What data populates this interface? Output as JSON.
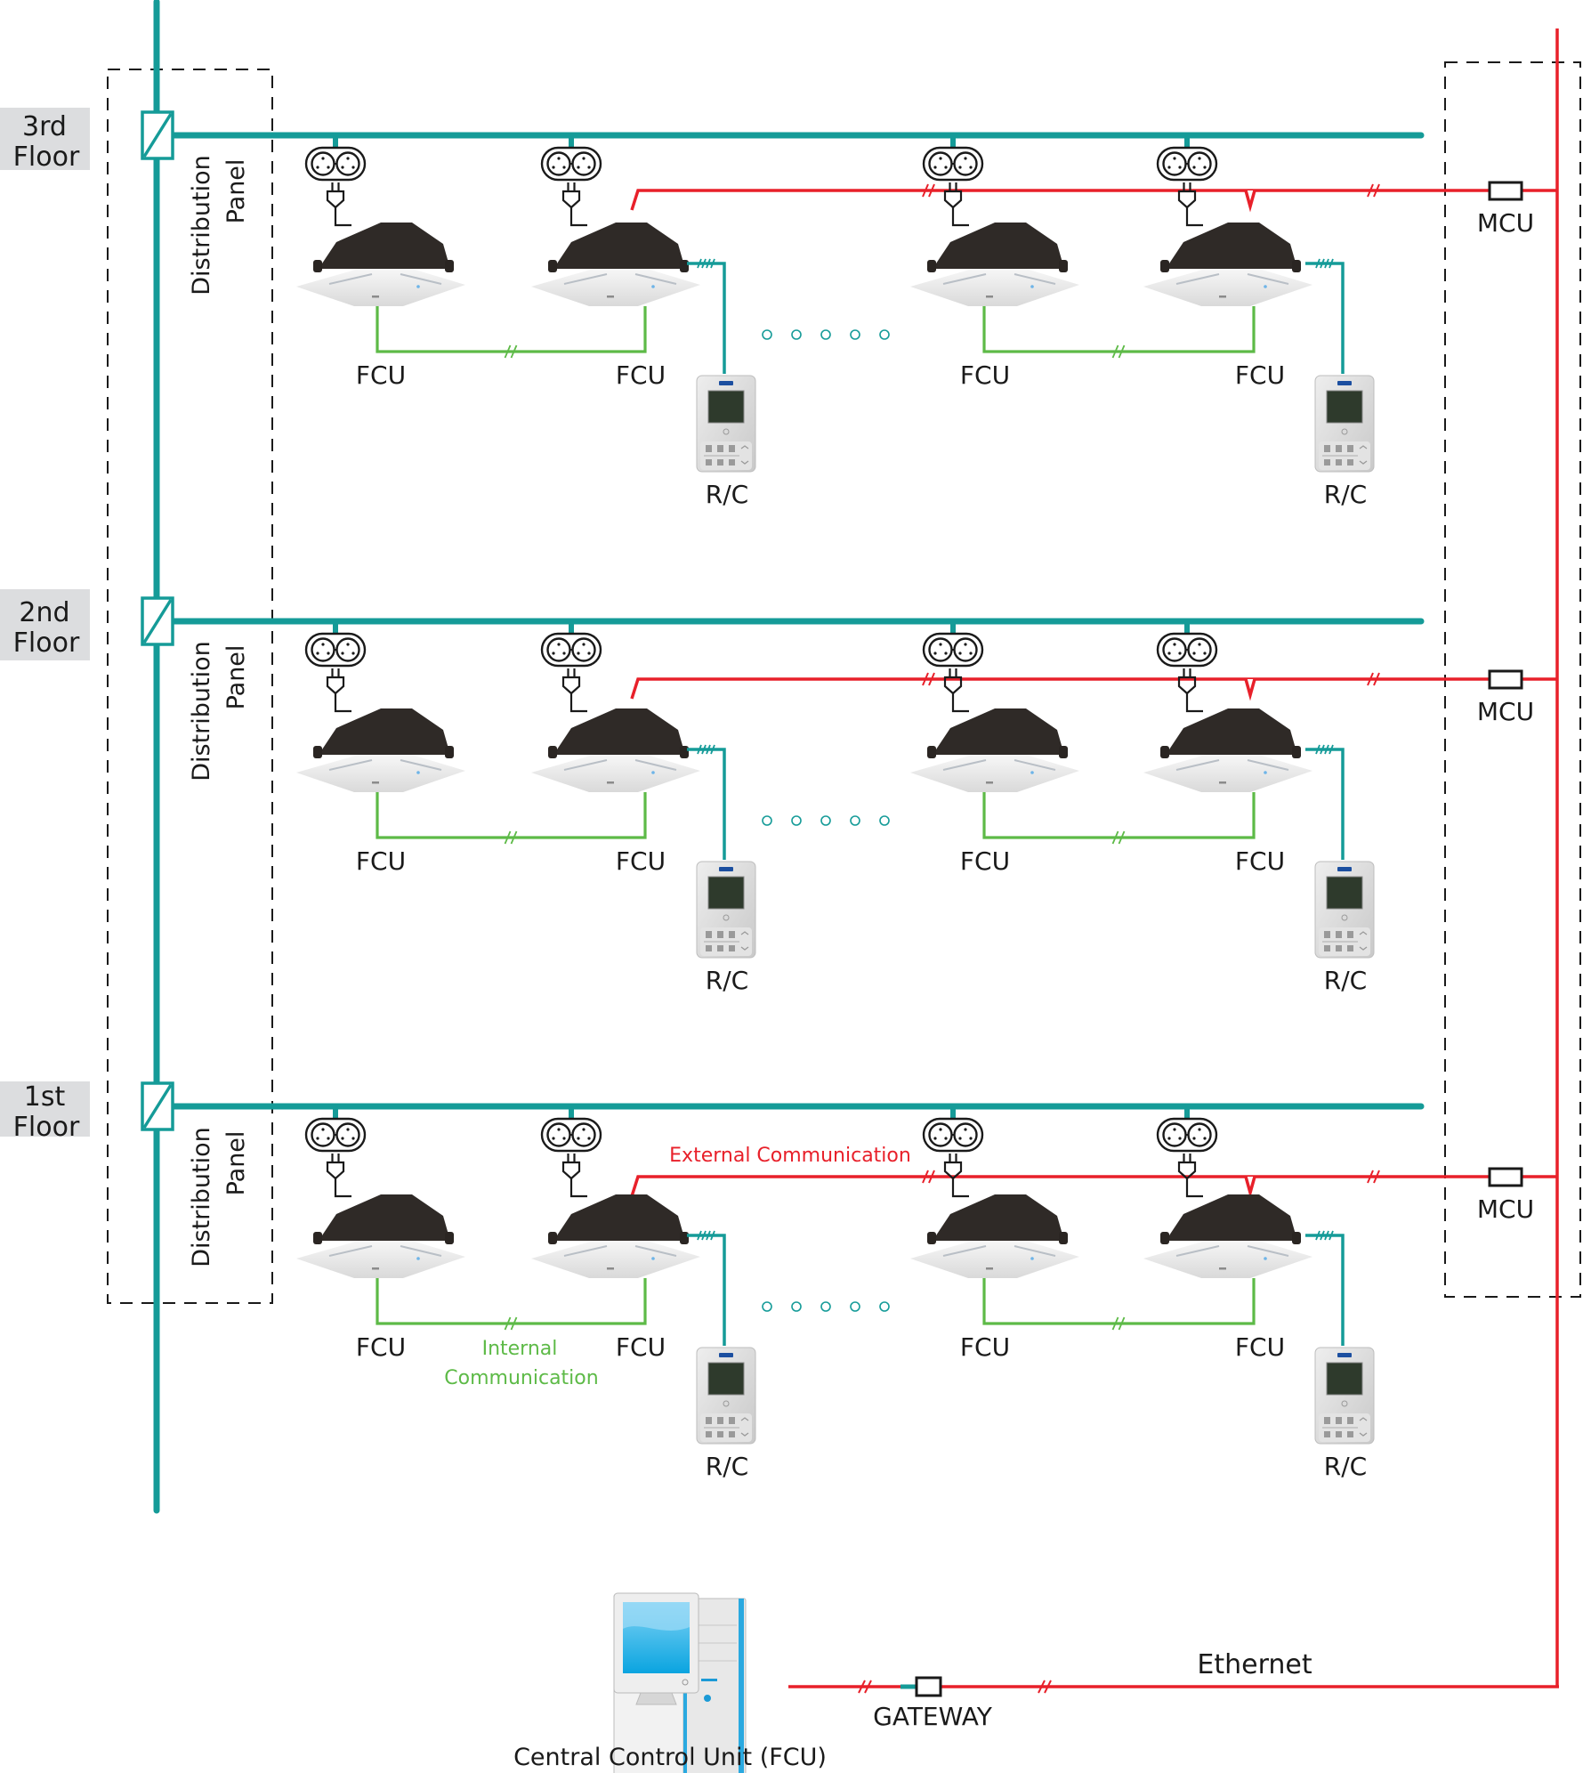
{
  "colors": {
    "power": "#159b98",
    "external": "#e8202a",
    "internal": "#5dba47",
    "outline": "#1a1a1a",
    "label_bg": "#dcdddf"
  },
  "floors": [
    {
      "id": "3rd",
      "line1": "3rd",
      "line2": "Floor",
      "panel_line1": "Distribution",
      "panel_line2": "Panel",
      "mcu_label": "MCU",
      "fcu_labels": [
        "FCU",
        "FCU",
        "FCU",
        "FCU"
      ],
      "rc_labels": [
        "R/C",
        "R/C"
      ]
    },
    {
      "id": "2nd",
      "line1": "2nd",
      "line2": "Floor",
      "panel_line1": "Distribution",
      "panel_line2": "Panel",
      "mcu_label": "MCU",
      "fcu_labels": [
        "FCU",
        "FCU",
        "FCU",
        "FCU"
      ],
      "rc_labels": [
        "R/C",
        "R/C"
      ]
    },
    {
      "id": "1st",
      "line1": "1st",
      "line2": "Floor",
      "panel_line1": "Distribution",
      "panel_line2": "Panel",
      "mcu_label": "MCU",
      "fcu_labels": [
        "FCU",
        "FCU",
        "FCU",
        "FCU"
      ],
      "rc_labels": [
        "R/C",
        "R/C"
      ]
    }
  ],
  "annotations": {
    "external_comm": "External Communication",
    "internal_comm_line1": "Internal",
    "internal_comm_line2": "Communication",
    "ethernet": "Ethernet",
    "gateway": "GATEWAY",
    "central_control": "Central Control Unit (FCU)"
  },
  "icons": {
    "transformer": "transformer-icon",
    "outlet": "double-socket-icon",
    "plug": "plug-icon",
    "fcu": "cassette-fan-coil-unit-icon",
    "remote": "wired-remote-controller-icon",
    "computer": "desktop-computer-icon",
    "ellipsis": "continuation-dots-icon"
  }
}
